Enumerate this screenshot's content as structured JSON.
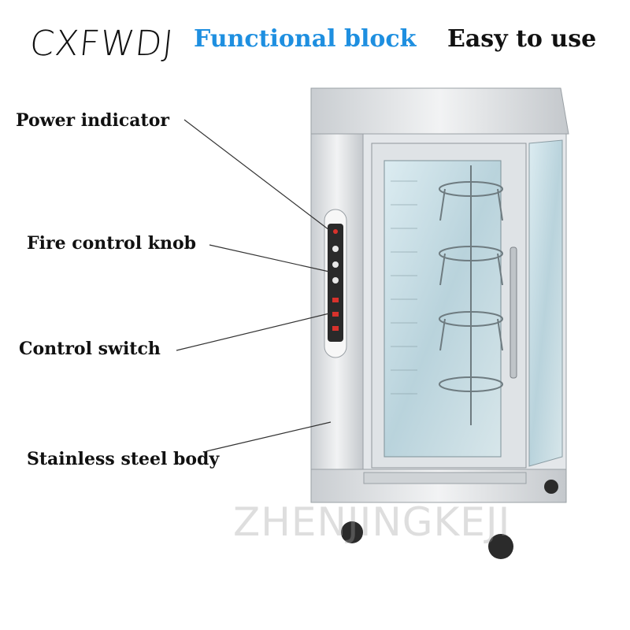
{
  "header": {
    "brand": "CXFWDJ",
    "title": "Functional block",
    "tagline": "Easy to use"
  },
  "callouts": [
    {
      "label": "Power indicator"
    },
    {
      "label": "Fire control knob"
    },
    {
      "label": "Control switch"
    },
    {
      "label": "Stainless steel body"
    }
  ],
  "watermark": "ZHENJINGKEJI",
  "colors": {
    "title_blue": "#1e8fe0",
    "steel": "#d9dcdf",
    "glass": "#cfe3ea",
    "indicator_red": "#d8322c"
  }
}
